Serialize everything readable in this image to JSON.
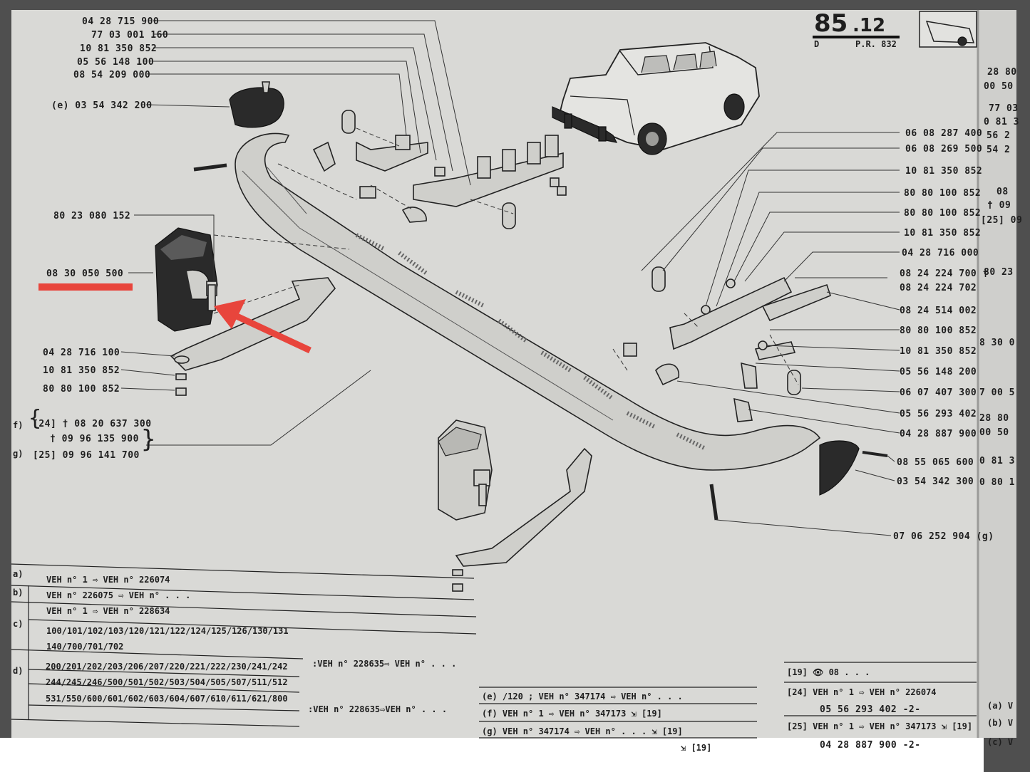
{
  "header": {
    "page_number": "85",
    "page_suffix": ".12",
    "section_letter": "D",
    "ref": "P.R. 832"
  },
  "labels_left": [
    "04 28 715 900",
    "77 03 001 160",
    "10 81 350 852",
    "05 56 148 100",
    "08 54 209 000",
    "(e) 03 54 342 200",
    "80 23 080 152",
    "08 30 050 500",
    "04 28 716 100",
    "10 81 350 852",
    "80 80 100 852"
  ],
  "labels_left_group": {
    "line1": "[24] † 08 20 637 300",
    "line2": "† 09 96 135 900",
    "line3": "[25]  09 96 141 700",
    "prefix1": "f)",
    "prefix2": "g)"
  },
  "labels_right": [
    "06 08 287 400",
    "06 08 269 500",
    "10 81 350 852",
    "80 80 100 852",
    "80 80 100 852",
    "10 81 350 852",
    "04 28 716 000",
    "08 24 224 700 †",
    "08 24 224 702",
    "08 24 514 002",
    "80 80 100 852",
    "10 81 350 852",
    "05 56 148 200",
    "06 07 407 300",
    "05 56 293 402",
    "04 28 887 900",
    "08 55 065 600",
    "03 54 342 300",
    "07 06 252 904 (g)"
  ],
  "right_edge_fragments": [
    "28 80",
    "00 50",
    "77 03",
    "0 81 3",
    "56 2",
    "54 2",
    "08",
    "† 09",
    "[25] 09",
    "80 23",
    "8 30 0",
    "7 00 5",
    "28 80",
    "00 50",
    "0 81 3",
    "0 80 1"
  ],
  "table_rows": {
    "a_key": "a)",
    "a_text": "VEH n°       1 ⇨ VEH n° 226074",
    "b_key": "b)",
    "b_text": "VEH n° 226075 ⇨ VEH n° . . .",
    "c_key": "c)",
    "c_line1": "VEH n°       1 ⇨ VEH n° 228634",
    "c_line2": "100/101/102/103/120/121/122/124/125/126/130/131",
    "c_line3": "140/700/701/702",
    "c_suffix": ":VEH n° 228635⇨ VEH n° . . .",
    "d_key": "d)",
    "d_line1": "200/201/202/203/206/207/220/221/222/230/241/242",
    "d_line2": "244/245/246/500/501/502/503/504/505/507/511/512",
    "d_line3": "531/550/600/601/602/603/604/607/610/611/621/800",
    "d_suffix": ":VEH n° 228635⇨VEH n° . . ."
  },
  "notes_mid": [
    "(e) /120 ;  VEH n° 347174 ⇨ VEH n° . . .",
    "(f) VEH n°       1 ⇨ VEH n° 347173 ⇲ [19]",
    "(g) VEH n° 347174 ⇨ VEH n° . . .   ⇲ [19]"
  ],
  "notes_mid_extra": "⇲ [19]",
  "notes_right": [
    "[19]  👁  08 . . .",
    "[24] VEH n° 1 ⇨ VEH n° 226074",
    "05 56 293 402 -2-",
    "[25] VEH n° 1 ⇨ VEH n° 347173 ⇲ [19]",
    "04 28 887 900 -2-"
  ],
  "notes_far_right": [
    "(a) V",
    "(b) V",
    "(c) V"
  ],
  "colors": {
    "highlight": "#e8453c",
    "paper": "#d9d9d6",
    "ink": "#1e1e1e",
    "frame": "#4f4f4f"
  }
}
